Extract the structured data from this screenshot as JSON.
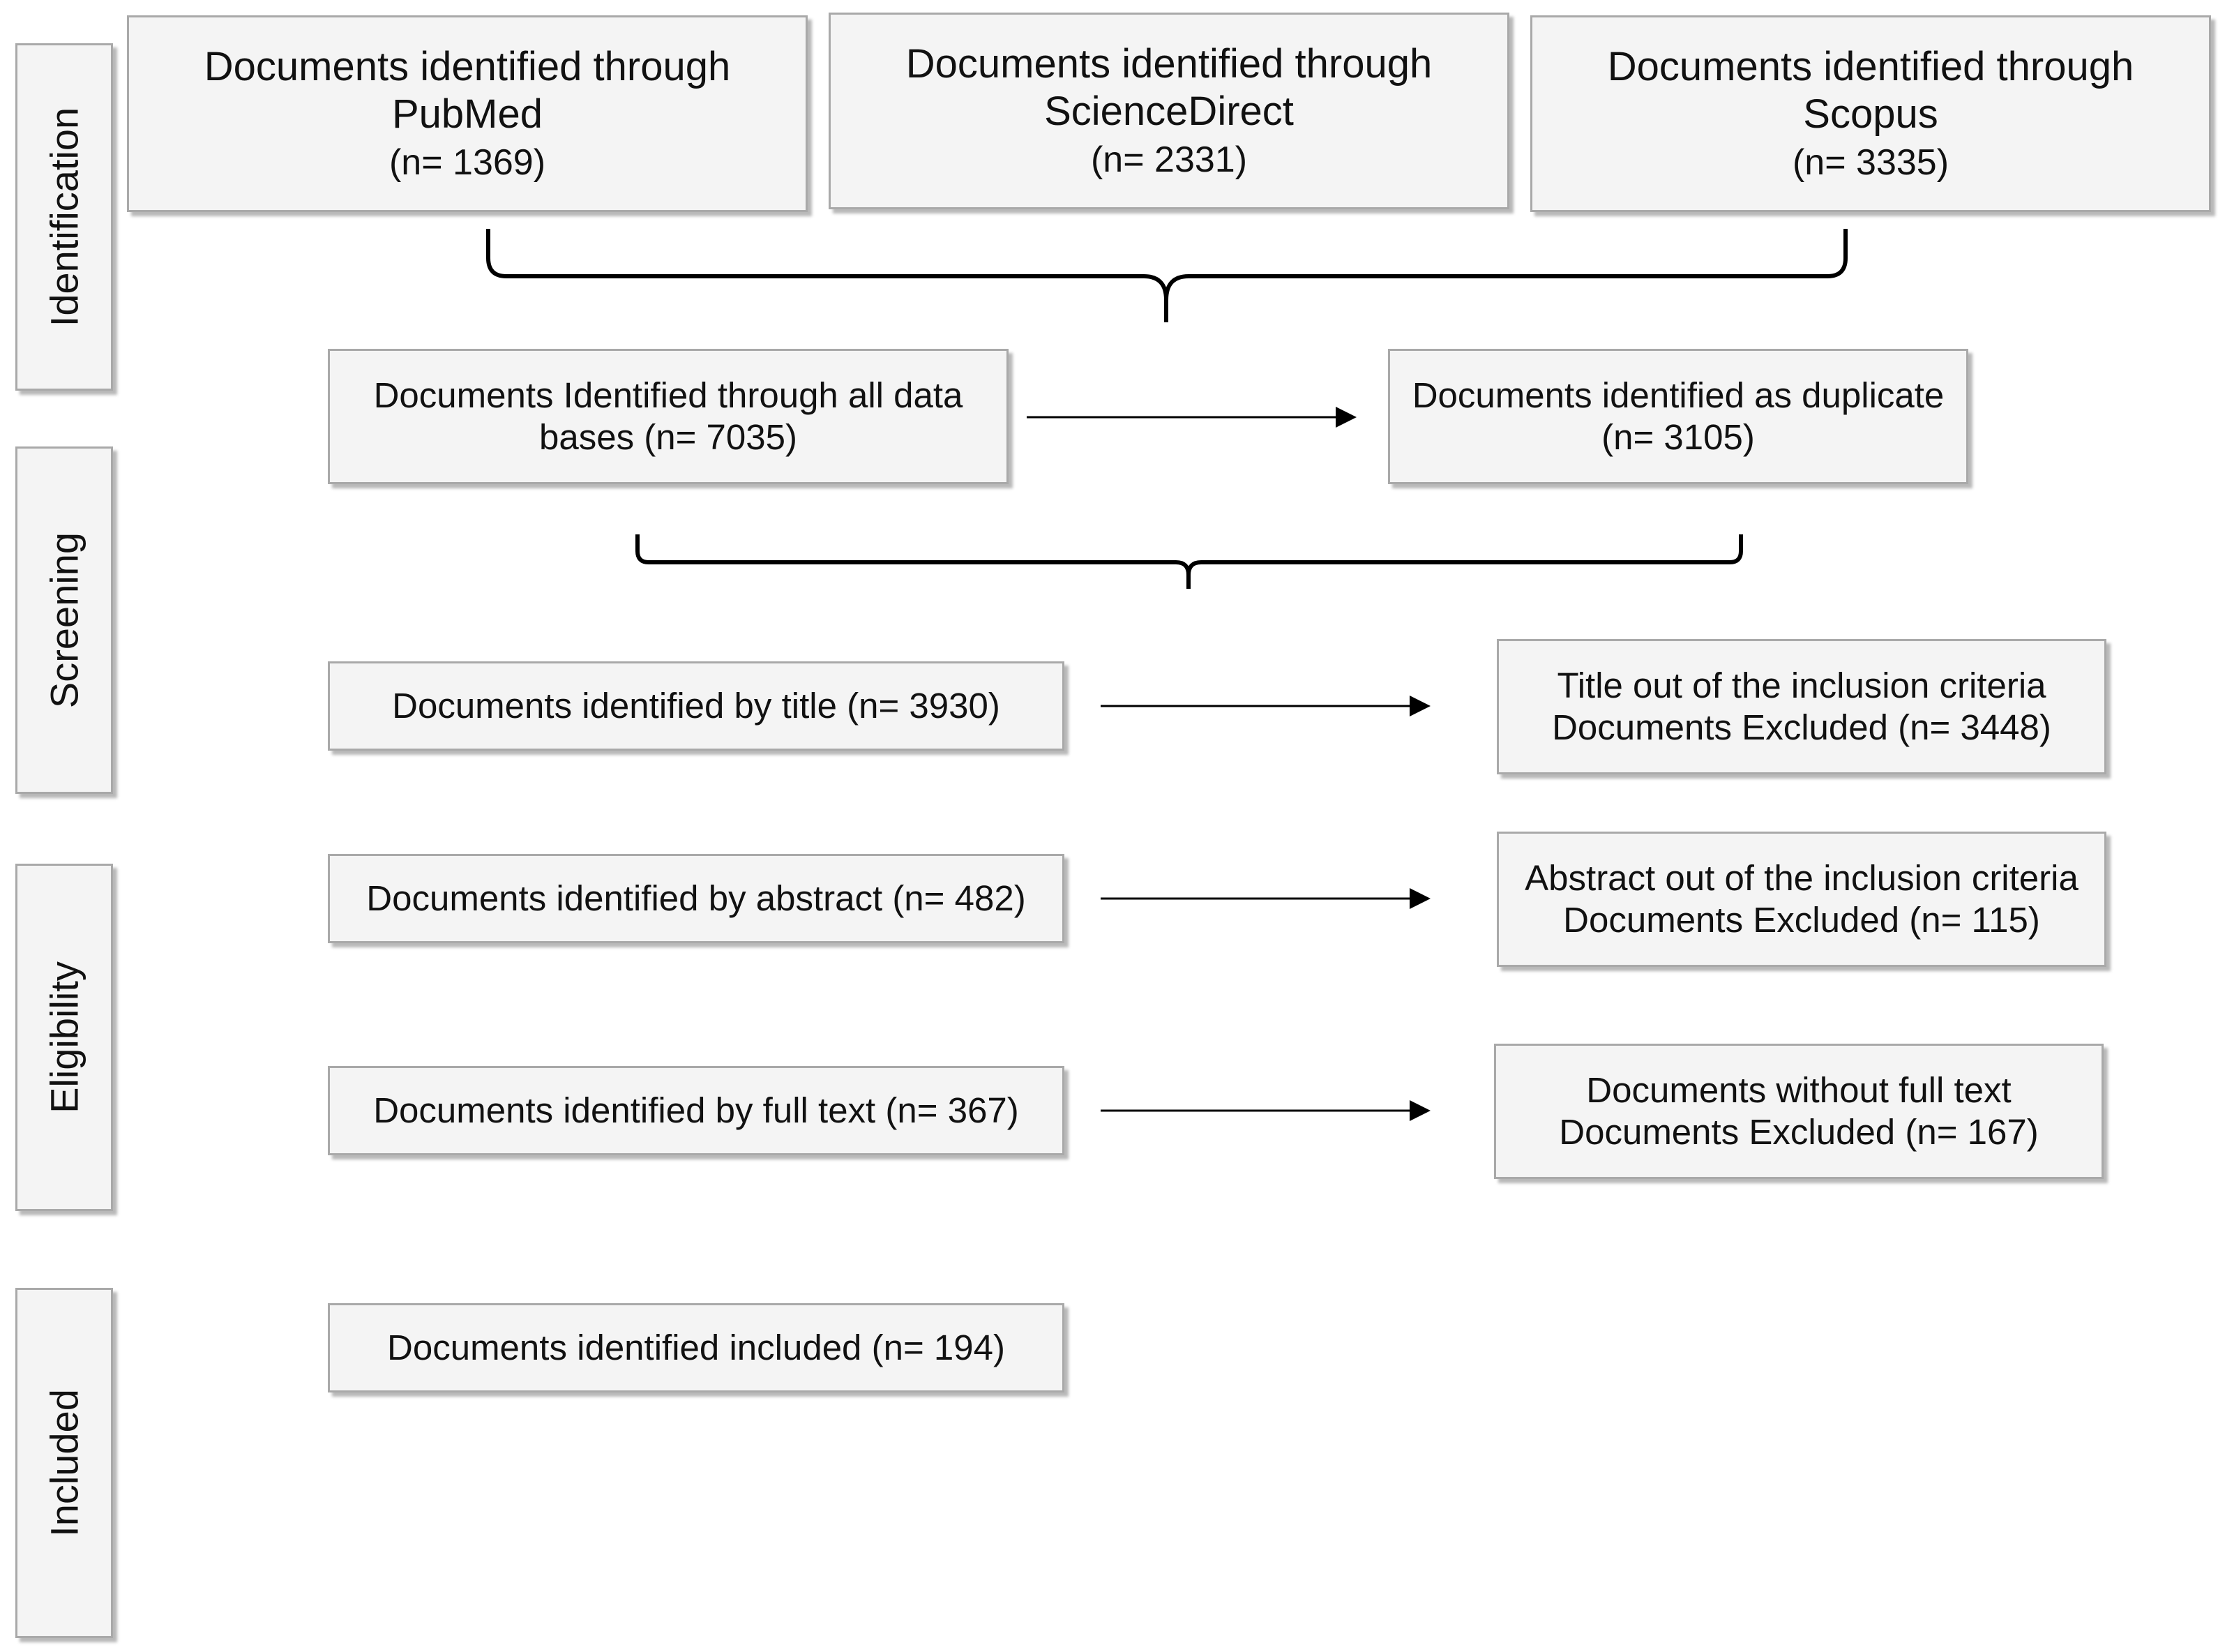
{
  "phases": {
    "identification": "Identification",
    "screening": "Screening",
    "eligibility": "Eligibility",
    "included": "Included"
  },
  "sources": [
    {
      "line1": "Documents identified through",
      "line2": "PubMed",
      "count": "(n= 1369)"
    },
    {
      "line1": "Documents identified through",
      "line2": "ScienceDirect",
      "count": "(n= 2331)"
    },
    {
      "line1": "Documents identified through",
      "line2": "Scopus",
      "count": "(n= 3335)"
    }
  ],
  "all_databases": {
    "line1": "Documents Identified through all data",
    "line2": "bases (n= 7035)"
  },
  "duplicates": {
    "line1": "Documents identified as duplicate",
    "line2": "(n= 3105)"
  },
  "by_title": "Documents identified by title (n= 3930)",
  "title_excluded": {
    "line1": "Title out of the inclusion criteria",
    "line2": "Documents Excluded (n= 3448)"
  },
  "by_abstract": "Documents identified by abstract (n= 482)",
  "abstract_excluded": {
    "line1": "Abstract out of the inclusion criteria",
    "line2": "Documents  Excluded (n= 115)"
  },
  "by_fulltext": "Documents identified by full text (n= 367)",
  "fulltext_excluded": {
    "line1": "Documents without full text",
    "line2": "Documents Excluded (n= 167)"
  },
  "included": "Documents identified included (n= 194)"
}
